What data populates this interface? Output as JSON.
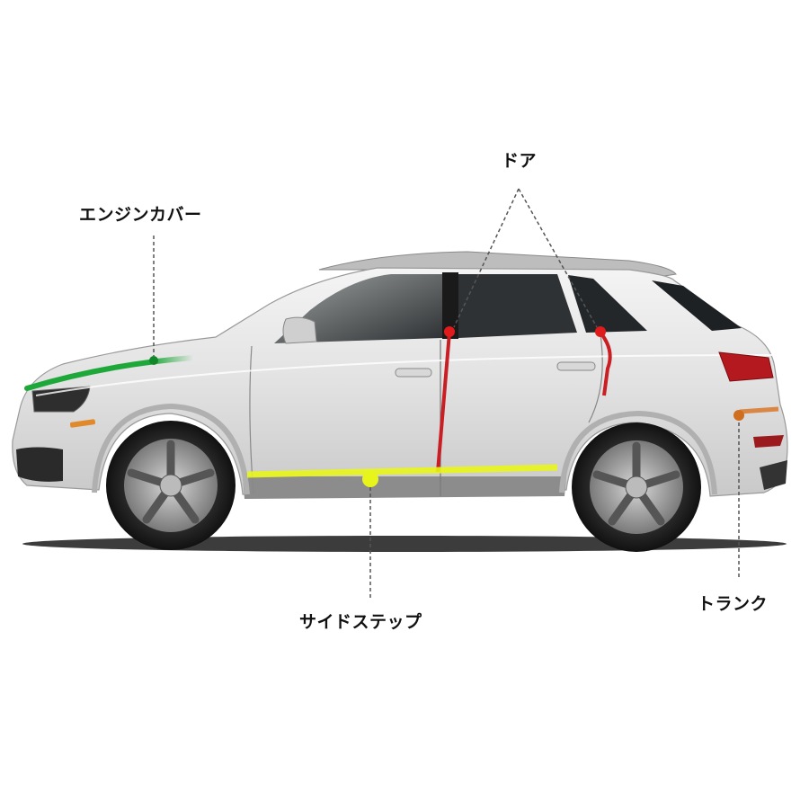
{
  "diagram": {
    "subject": "SUV side view with weatherstrip installation points",
    "labels": {
      "engine_cover": "エンジンカバー",
      "door": "ドア",
      "side_step": "サイドステップ",
      "trunk": "トランク"
    },
    "colors": {
      "engine_cover": "#1fa83a",
      "door": "#d42020",
      "side_step": "#e8f51a",
      "trunk": "#d9782a",
      "body": "#e6e6e6",
      "glass": "#3a3d40",
      "leader_line": "#555555"
    }
  }
}
